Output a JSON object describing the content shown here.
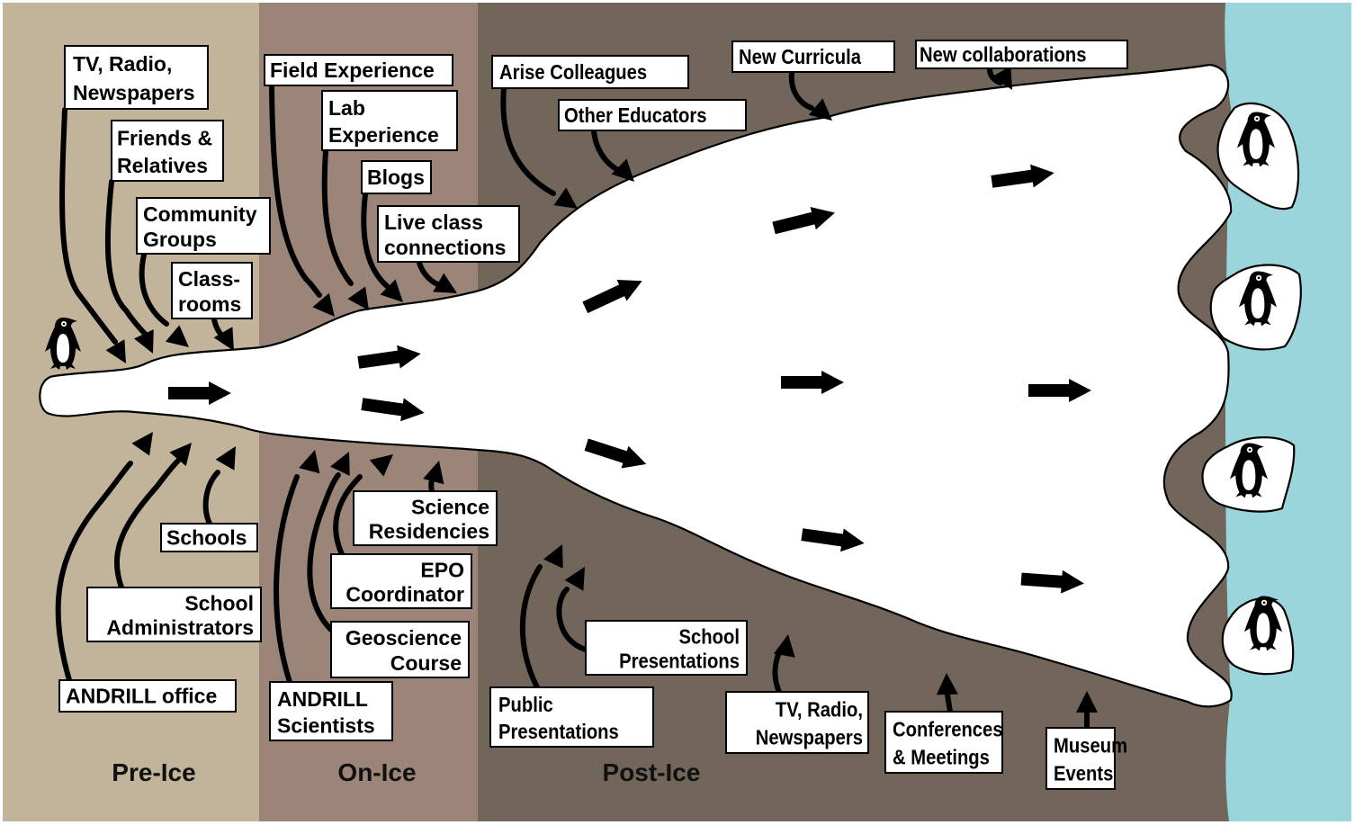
{
  "colors": {
    "pre_ice": "#c2b49b",
    "on_ice": "#9b8578",
    "post_ice": "#72665a",
    "ocean": "#99d5da",
    "ice": "#ffffff",
    "ink": "#000000"
  },
  "phases": [
    {
      "id": "pre-ice",
      "label": "Pre-Ice"
    },
    {
      "id": "on-ice",
      "label": "On-Ice"
    },
    {
      "id": "post-ice",
      "label": "Post-Ice"
    }
  ],
  "top_inputs": [
    {
      "lines": [
        "TV, Radio,",
        "Newspapers"
      ]
    },
    {
      "lines": [
        "Friends &",
        "Relatives"
      ]
    },
    {
      "lines": [
        "Community",
        "Groups"
      ]
    },
    {
      "lines": [
        "Class-",
        "rooms"
      ]
    },
    {
      "lines": [
        "Field Experience"
      ]
    },
    {
      "lines": [
        "Lab",
        "Experience"
      ]
    },
    {
      "lines": [
        "Blogs"
      ]
    },
    {
      "lines": [
        "Live class",
        "connections"
      ]
    },
    {
      "lines": [
        "Arise Colleagues"
      ]
    },
    {
      "lines": [
        "Other Educators"
      ]
    },
    {
      "lines": [
        "New Curricula"
      ]
    },
    {
      "lines": [
        "New collaborations"
      ]
    }
  ],
  "bottom_inputs": [
    {
      "lines": [
        "Schools"
      ]
    },
    {
      "lines": [
        "School",
        "Administrators"
      ]
    },
    {
      "lines": [
        "ANDRILL office"
      ]
    },
    {
      "lines": [
        "Science",
        "Residencies"
      ]
    },
    {
      "lines": [
        "EPO",
        "Coordinator"
      ]
    },
    {
      "lines": [
        "Geoscience",
        "Course"
      ]
    },
    {
      "lines": [
        "ANDRILL",
        "Scientists"
      ]
    },
    {
      "lines": [
        "Public",
        "Presentations"
      ]
    },
    {
      "lines": [
        "School",
        "Presentations"
      ]
    },
    {
      "lines": [
        "TV, Radio,",
        "Newspapers"
      ]
    },
    {
      "lines": [
        "Conferences",
        "& Meetings"
      ]
    },
    {
      "lines": [
        "Museum",
        "Events"
      ]
    }
  ],
  "penguins": {
    "count_on_shore": 1,
    "count_on_floes": 4
  }
}
